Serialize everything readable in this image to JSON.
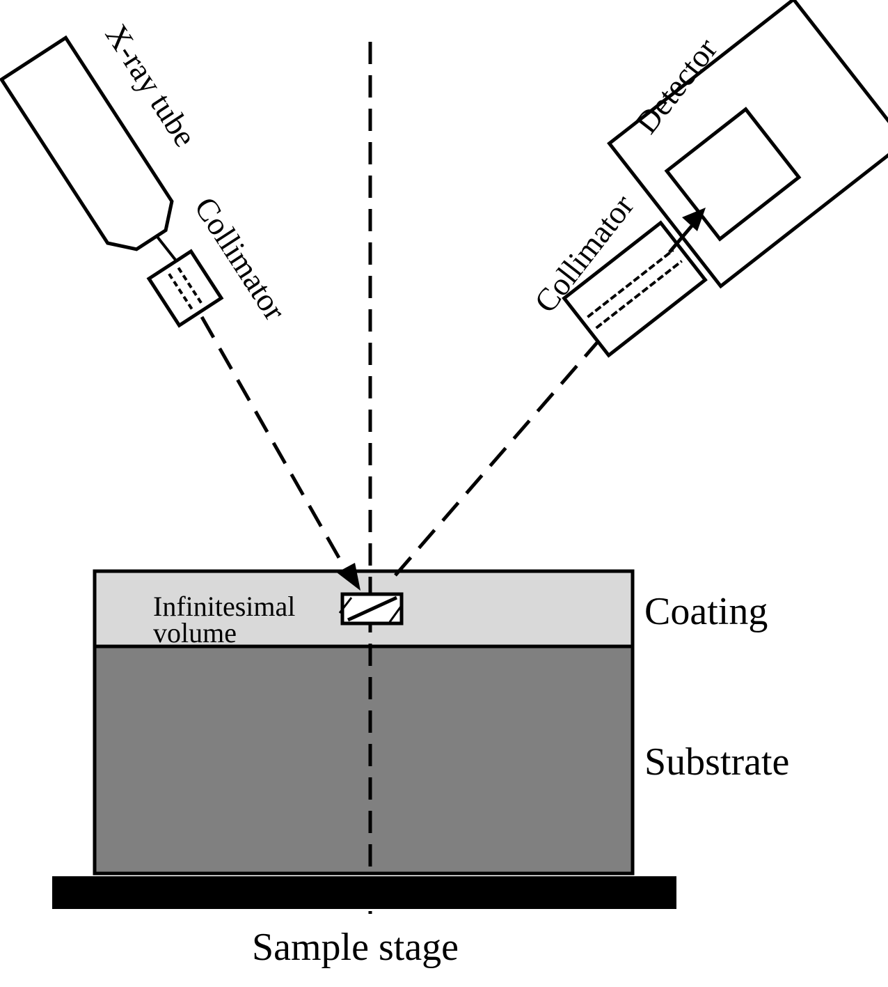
{
  "labels": {
    "xray_tube": "X-ray tube",
    "source_collimator": "Collimator",
    "detector": "Detector",
    "detector_collimator": "Collimator",
    "infinitesimal_line1": "Infinitesimal",
    "infinitesimal_line2": "volume",
    "coating": "Coating",
    "substrate": "Substrate",
    "sample_stage": "Sample stage"
  },
  "colors": {
    "coating": "#d9d9d9",
    "substrate": "#808080",
    "stage": "#000000",
    "stroke": "#000000"
  }
}
